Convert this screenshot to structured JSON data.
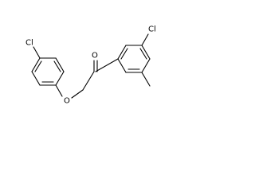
{
  "labels": {
    "cl_left": "Cl",
    "oxygen_ether": "O",
    "oxygen_carbonyl": "O",
    "cl_right": "Cl"
  }
}
